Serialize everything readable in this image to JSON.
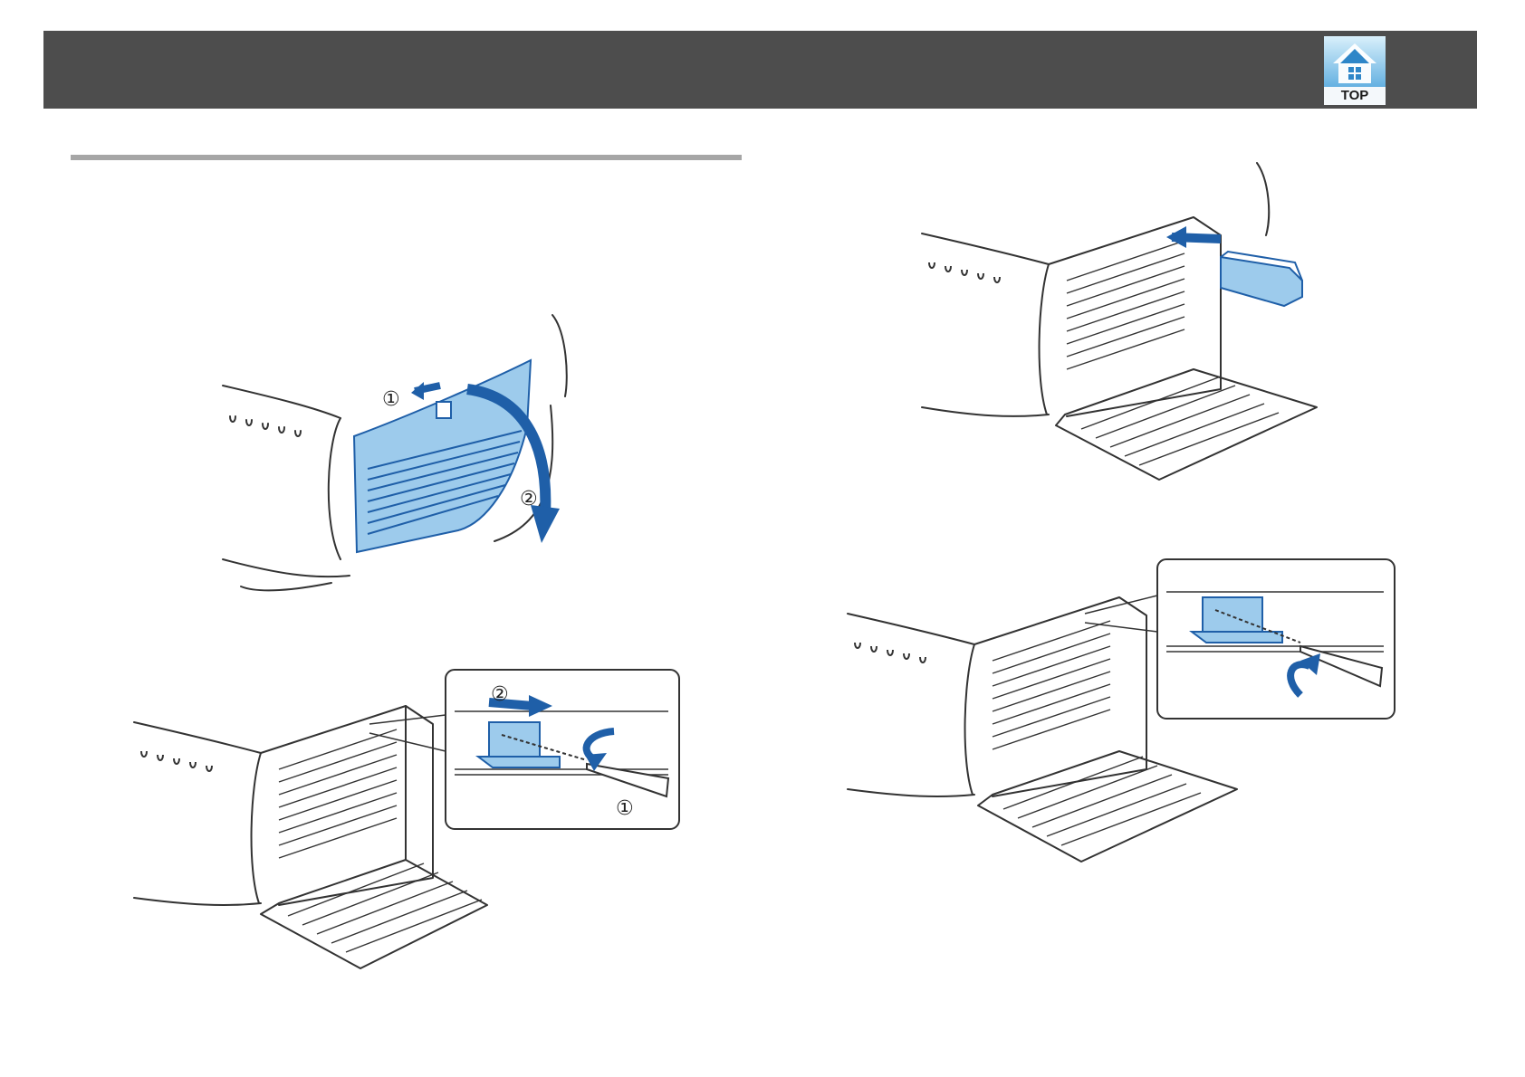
{
  "header": {
    "top_button_label": "TOP",
    "top_icon": "home-icon"
  },
  "figures": {
    "remove_cover": {
      "step1_marker": "①",
      "step2_marker": "②"
    },
    "release_latch": {
      "step1_marker": "①",
      "step2_marker": "②"
    },
    "insert_lan_module": {},
    "close_latch": {}
  },
  "colors": {
    "header": "#4d4d4d",
    "accent_blue": "#1f5fa8",
    "part_fill": "#9dcbec",
    "rule": "#a6a6a6",
    "line": "#333333"
  }
}
